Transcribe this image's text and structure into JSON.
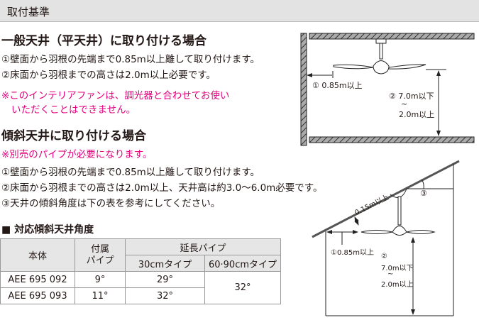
{
  "header": {
    "title": "取付基準"
  },
  "flat": {
    "heading": "一般天井（平天井）に取り付ける場合",
    "lines": [
      "①壁面から羽根の先端まで0.85m以上離して取り付けます。",
      "②床面から羽根までの高さは2.0m以上必要です。"
    ],
    "notes": [
      "※このインテリアファンは、調光器と合わせてお使い",
      "いただくことはできません。"
    ]
  },
  "slope": {
    "heading": "傾斜天井に取り付ける場合",
    "note": "※別売のパイプが必要になります。",
    "lines": [
      "①壁面から羽根の先端まで0.85m以上離して取り付けます。",
      "②床面から羽根までの高さは2.0m以上、天井高は約3.0～6.0m必要です。",
      "③天井の傾斜角度は下の表を参考にしてください。"
    ]
  },
  "table": {
    "title": "■ 対応傾斜天井角度",
    "headers": {
      "body": "本体",
      "pipe1": "付属",
      "pipe2": "パイプ",
      "ext": "延長パイプ",
      "ext30": "30cmタイプ",
      "ext6090": "60·90cmタイプ"
    },
    "rows": [
      {
        "model": "AEE 695 092",
        "pipe": "9°",
        "ext30": "29°"
      },
      {
        "model": "AEE 695 093",
        "pipe": "11°",
        "ext30": "32°"
      }
    ],
    "ext6090": "32°"
  },
  "diagram1": {
    "wall": "① 0.85m以上",
    "h1": "② 7.0m以下",
    "tilde": "~",
    "h2": "2.0m以上"
  },
  "diagram2": {
    "ceil": "0.15m以上",
    "wall": "①0.85m以上",
    "n2": "②",
    "h1": "7.0m以下",
    "tilde": "~",
    "h2": "2.0m以上",
    "angle": "③"
  }
}
